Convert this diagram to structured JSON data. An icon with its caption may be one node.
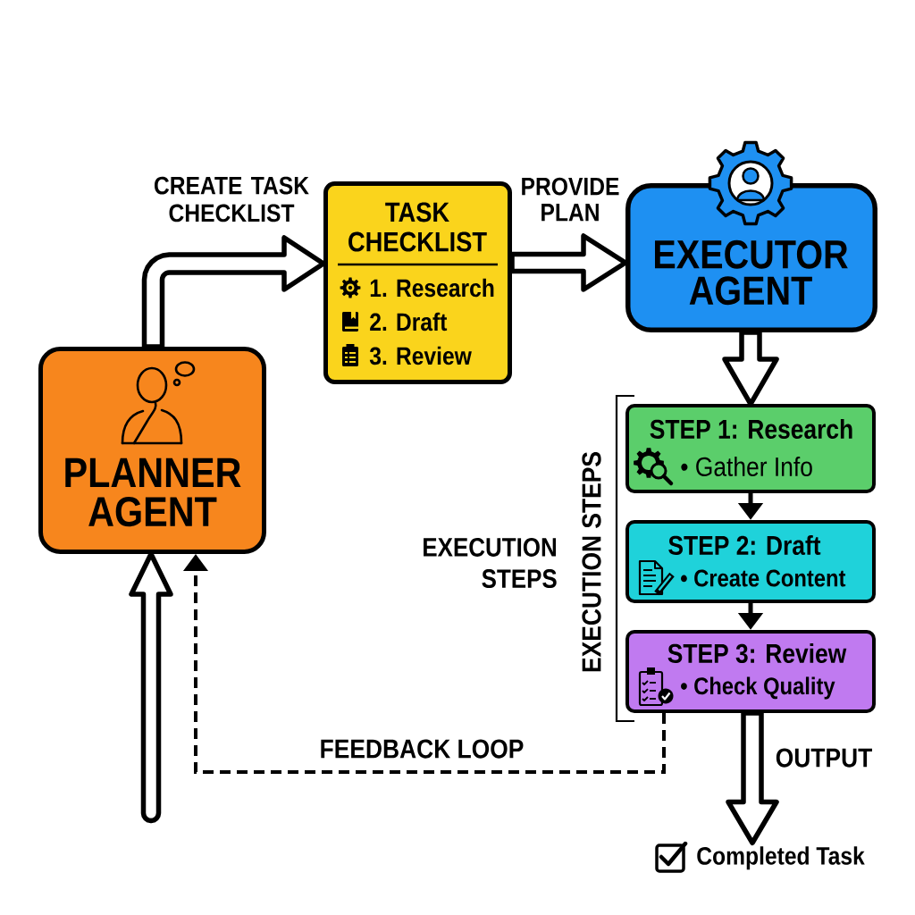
{
  "diagram": {
    "nodes": [
      {
        "text": [
          "PLANNER AGENT"
        ]
      },
      {
        "text": [
          "TASK CHECKLIST",
          "1. Research",
          "2. Draft",
          "3. Review"
        ]
      },
      {
        "text": [
          "EXECUTOR AGENT"
        ]
      },
      {
        "text": [
          "STEP 1: Research",
          "• Gather Info"
        ]
      },
      {
        "text": [
          "STEP 2: Draft",
          "• Create Content"
        ]
      },
      {
        "text": [
          "STEP 3: Review",
          "• Check Quality"
        ]
      },
      {
        "text": [
          "Completed Task"
        ]
      }
    ],
    "edges": [
      {
        "from": 0,
        "to": 1,
        "arrow": "to",
        "label": "CREATE TASK CHECKLIST",
        "style": "thick"
      },
      {
        "from": 1,
        "to": 2,
        "arrow": "to",
        "label": "PROVIDE PLAN",
        "style": "thick"
      },
      {
        "from": 2,
        "to": 3,
        "arrow": "to",
        "style": "thick"
      },
      {
        "from": 3,
        "to": 4,
        "arrow": "to"
      },
      {
        "from": 4,
        "to": 5,
        "arrow": "to"
      },
      {
        "from": 5,
        "to": 0,
        "arrow": "to",
        "label": "FEEDBACK LOOP",
        "style": "dashed"
      },
      {
        "from": 5,
        "to": 6,
        "arrow": "to",
        "label": "OUTPUT",
        "style": "thick"
      },
      {
        "from": null,
        "to": 0,
        "arrow": "to",
        "style": "thick"
      }
    ],
    "labels": [
      "EXECUTION STEPS",
      "EXECUTION STEPS"
    ]
  }
}
